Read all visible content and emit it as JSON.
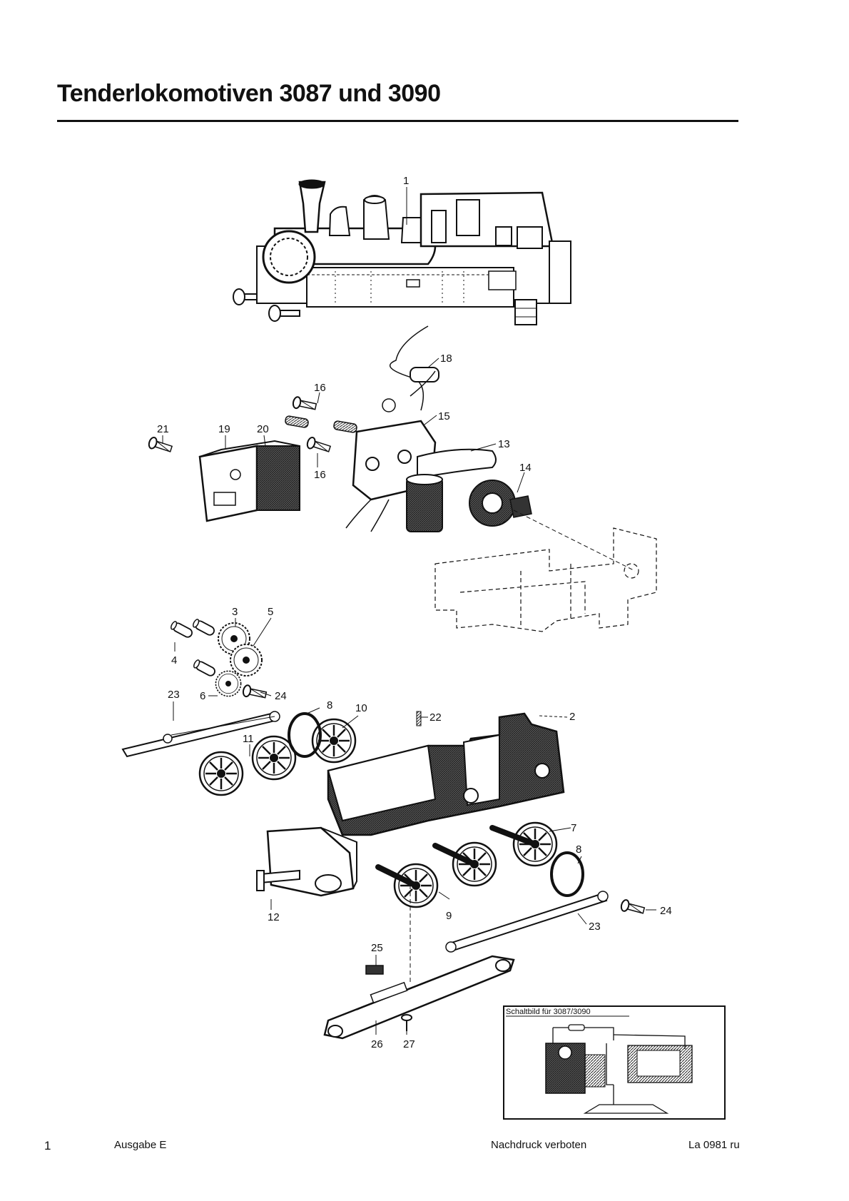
{
  "title": "Tenderlokomotiven 3087 und 3090",
  "callouts": [
    "1",
    "18",
    "16",
    "15",
    "21",
    "19",
    "20",
    "13",
    "16",
    "14",
    "3",
    "5",
    "4",
    "23",
    "6",
    "24",
    "8",
    "10",
    "22",
    "2",
    "11",
    "7",
    "8",
    "12",
    "9",
    "24",
    "23",
    "25",
    "26",
    "27"
  ],
  "schema_title": "Schaltbild für 3087/3090",
  "footer": {
    "page_number": "1",
    "edition": "Ausgabe E",
    "notice": "Nachdruck verboten",
    "code": "La 0981 ru"
  }
}
